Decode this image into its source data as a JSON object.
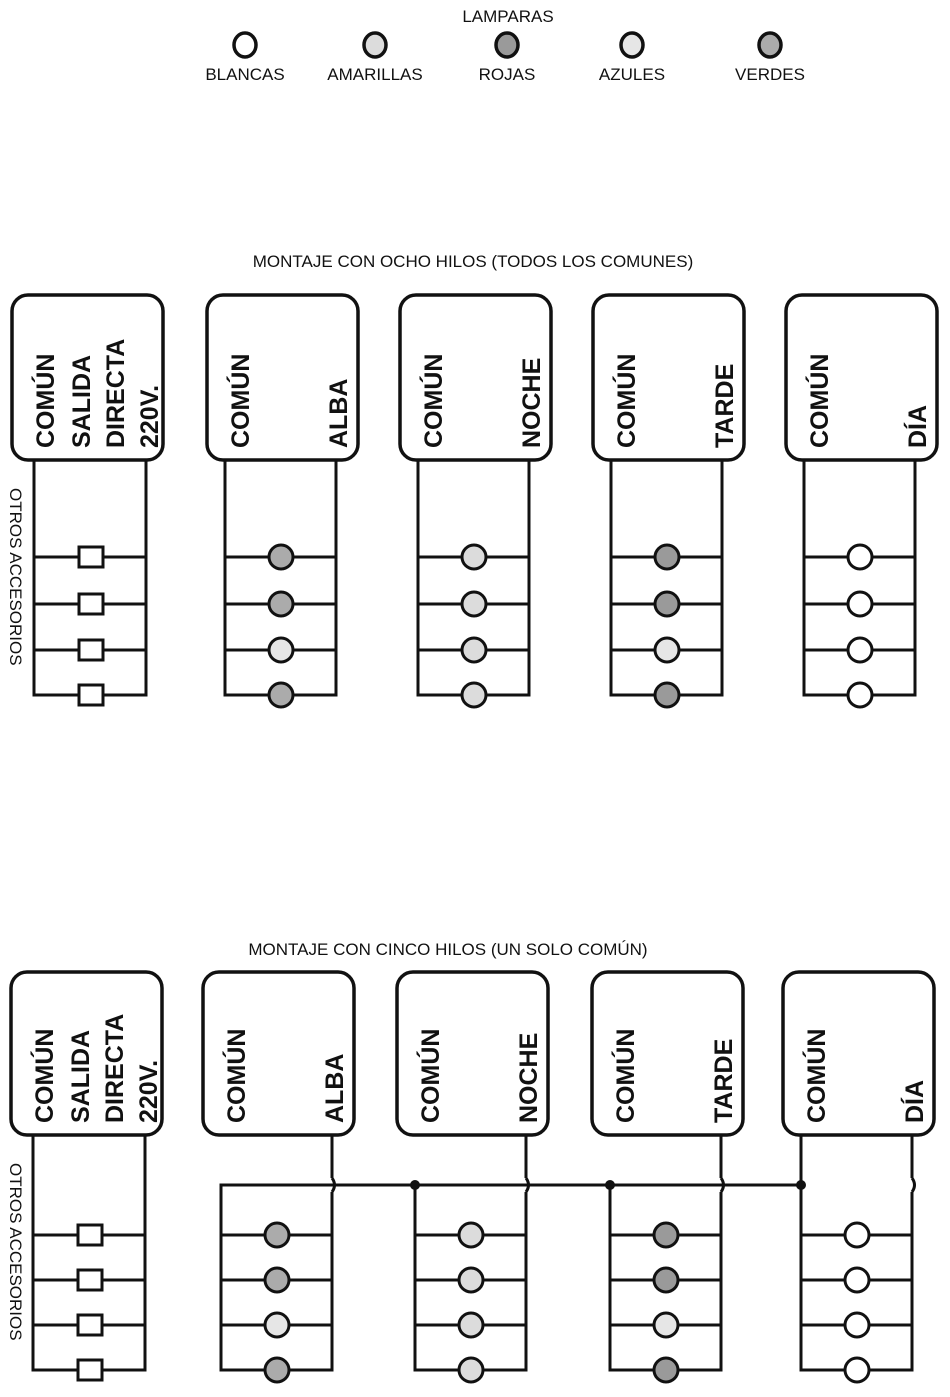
{
  "legend": {
    "title": "LAMPARAS",
    "items": [
      {
        "label": "BLANCAS",
        "color": "#ffffff"
      },
      {
        "label": "AMARILLAS",
        "color": "#dcdcdc"
      },
      {
        "label": "ROJAS",
        "color": "#9a9a9a"
      },
      {
        "label": "AZULES",
        "color": "#e6e6e6"
      },
      {
        "label": "VERDES",
        "color": "#ababab"
      }
    ]
  },
  "diagrams": [
    {
      "title": "MONTAJE CON OCHO HILOS (TODOS LOS COMUNES)",
      "side_label": "OTROS ACCESORIOS",
      "direct_box": [
        "COMÚN",
        "SALIDA",
        "DIRECTA",
        "220V."
      ],
      "channels": [
        {
          "common": "COMÚN",
          "name": "ALBA",
          "lamps": [
            "VERDES",
            "VERDES",
            "AZULES",
            "VERDES"
          ]
        },
        {
          "common": "COMÚN",
          "name": "NOCHE",
          "lamps": [
            "AMARILLAS",
            "AMARILLAS",
            "AMARILLAS",
            "AMARILLAS"
          ]
        },
        {
          "common": "COMÚN",
          "name": "TARDE",
          "lamps": [
            "ROJAS",
            "ROJAS",
            "AZULES",
            "ROJAS"
          ]
        },
        {
          "common": "COMÚN",
          "name": "DÍA",
          "lamps": [
            "BLANCAS",
            "BLANCAS",
            "BLANCAS",
            "BLANCAS"
          ]
        }
      ]
    },
    {
      "title": "MONTAJE CON CINCO HILOS (UN SOLO COMÚN)",
      "side_label": "OTROS ACCESORIOS",
      "direct_box": [
        "COMÚN",
        "SALIDA",
        "DIRECTA",
        "220V."
      ],
      "channels": [
        {
          "common": "COMÚN",
          "name": "ALBA",
          "lamps": [
            "VERDES",
            "VERDES",
            "AZULES",
            "VERDES"
          ]
        },
        {
          "common": "COMÚN",
          "name": "NOCHE",
          "lamps": [
            "AMARILLAS",
            "AMARILLAS",
            "AMARILLAS",
            "AMARILLAS"
          ]
        },
        {
          "common": "COMÚN",
          "name": "TARDE",
          "lamps": [
            "ROJAS",
            "ROJAS",
            "AZULES",
            "ROJAS"
          ]
        },
        {
          "common": "COMÚN",
          "name": "DÍA",
          "lamps": [
            "BLANCAS",
            "BLANCAS",
            "BLANCAS",
            "BLANCAS"
          ]
        }
      ]
    }
  ]
}
